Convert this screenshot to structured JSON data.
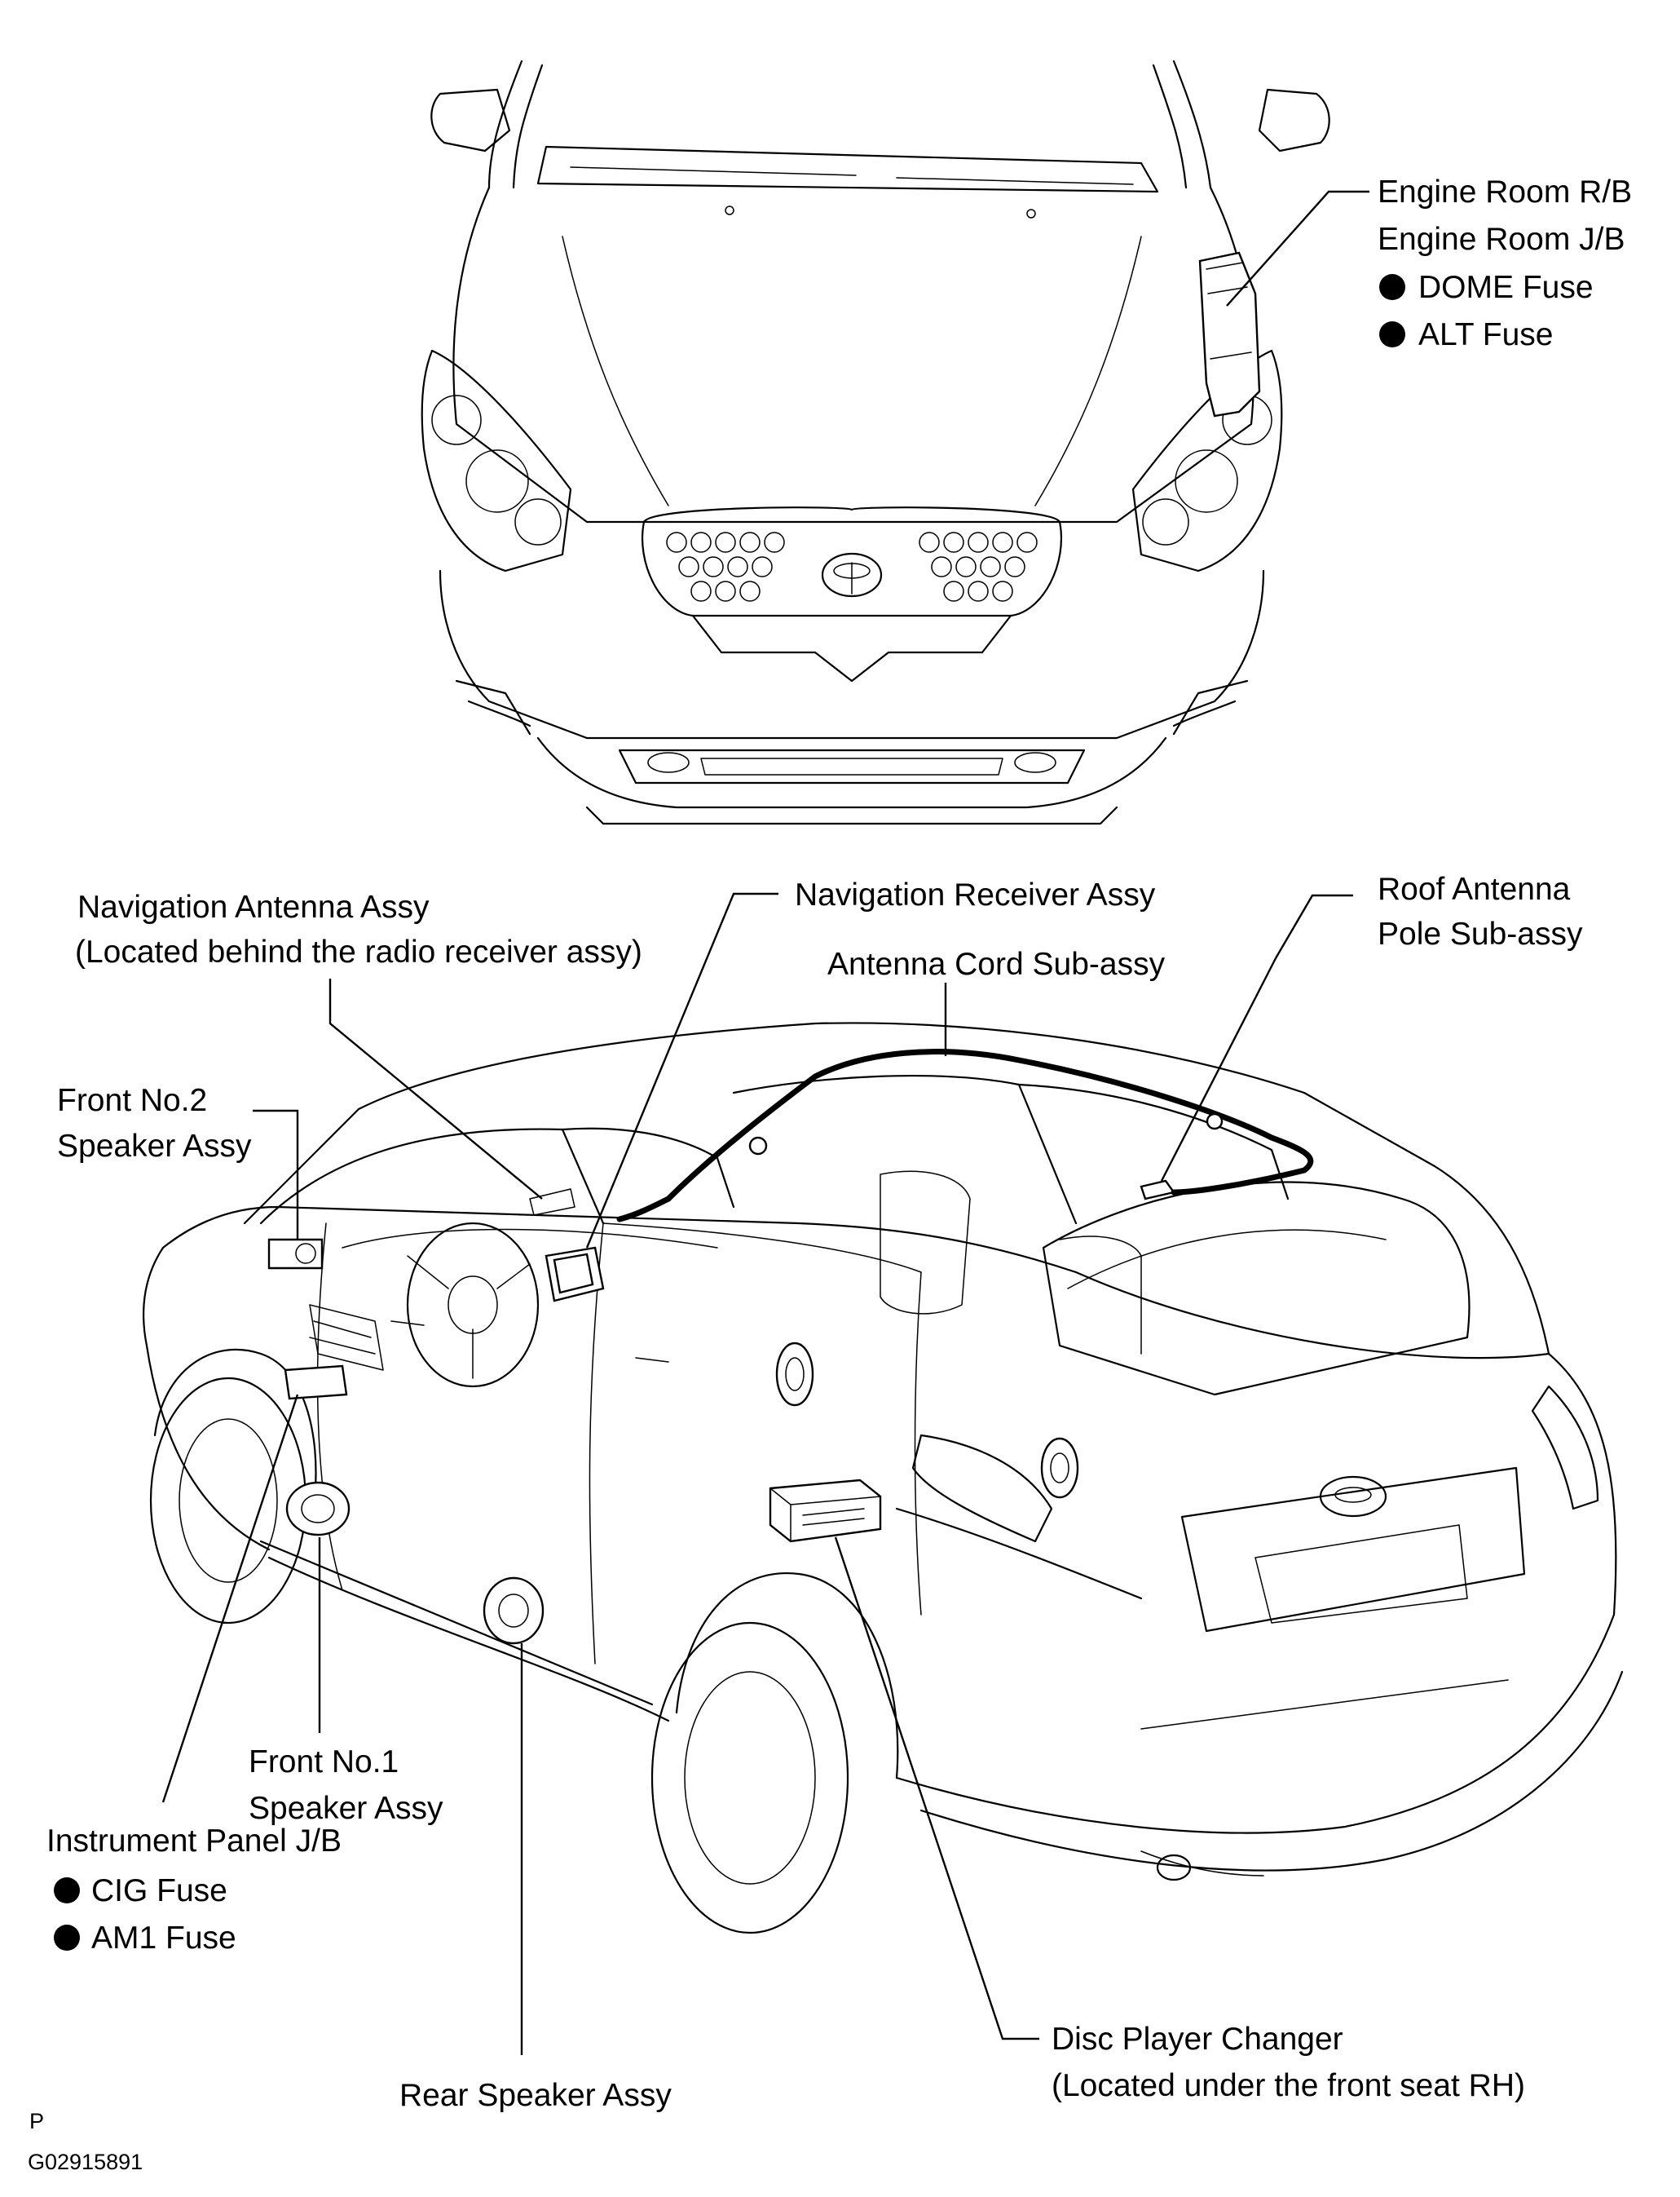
{
  "labels": {
    "engine_room_rb": "Engine Room R/B",
    "engine_room_jb": "Engine Room J/B",
    "dome_fuse": "DOME Fuse",
    "alt_fuse": "ALT Fuse",
    "nav_antenna_line1": "Navigation Antenna Assy",
    "nav_antenna_line2": "(Located behind the radio receiver assy)",
    "nav_receiver": "Navigation Receiver Assy",
    "roof_antenna_line1": "Roof Antenna",
    "roof_antenna_line2": "Pole  Sub-assy",
    "antenna_cord": "Antenna  Cord  Sub-assy",
    "front_no2_line1": "Front No.2",
    "front_no2_line2": "Speaker Assy",
    "front_no1_line1": "Front No.1",
    "front_no1_line2": "Speaker Assy",
    "instrument_panel_jb": "Instrument Panel J/B",
    "cig_fuse": "CIG Fuse",
    "am1_fuse": "AM1 Fuse",
    "rear_speaker": "Rear Speaker Assy",
    "disc_changer_line1": "Disc Player Changer",
    "disc_changer_line2": "(Located under the front seat RH)",
    "corner_code": "P",
    "figure_code": "G02915891"
  }
}
